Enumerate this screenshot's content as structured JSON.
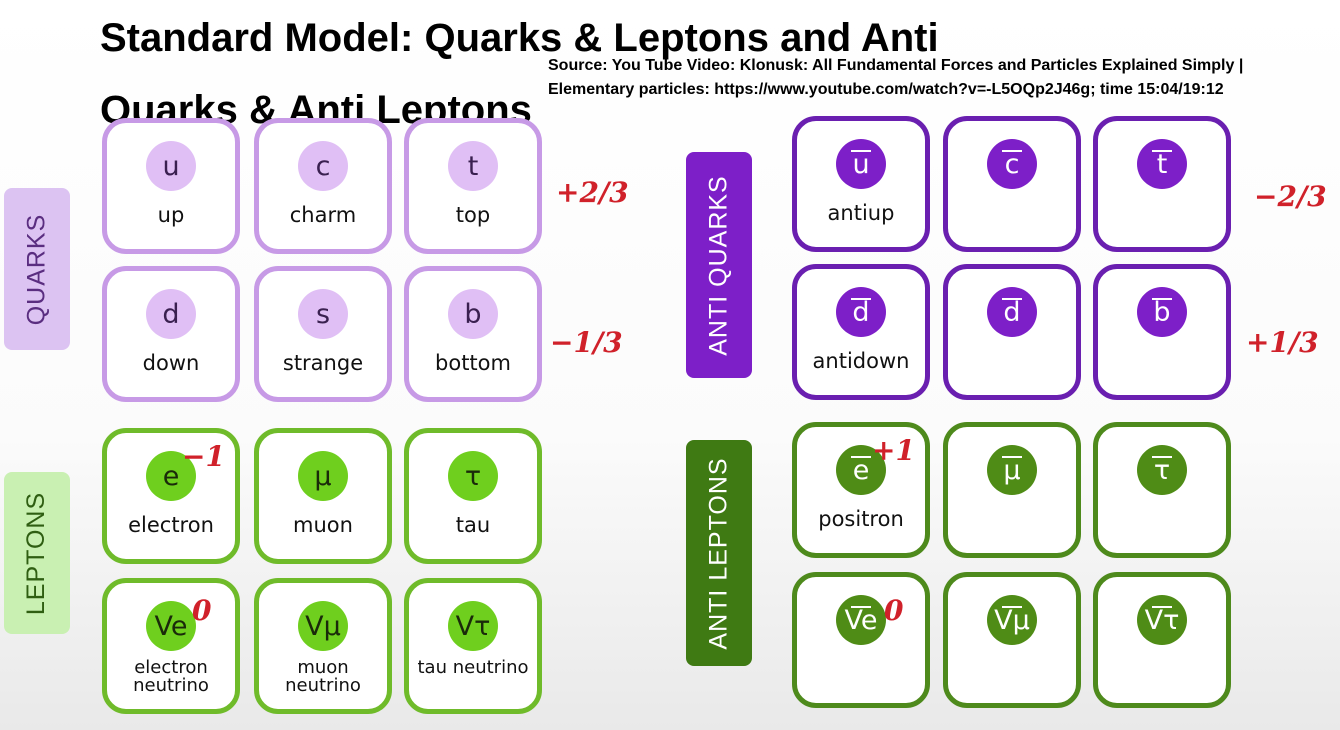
{
  "title": "Standard Model: Quarks & Leptons and Anti Quarks & Anti Leptons",
  "source": "Source: You Tube Video: Klonusk: All Fundamental Forces and Particles Explained Simply | Elementary particles: https://www.youtube.com/watch?v=-L5OQp2J46g; time 15:04/19:12",
  "colors": {
    "quark": "#c79ae6",
    "anti_quark": "#6a1fb0",
    "lepton": "#6fbb2a",
    "anti_lepton": "#4e8a1c",
    "charge": "#d0212a"
  },
  "labels": {
    "quarks": "QUARKS",
    "leptons": "LEPTONS",
    "anti_quarks": "ANTI QUARKS",
    "anti_leptons": "ANTI LEPTONS"
  },
  "quarks": [
    {
      "symbol": "u",
      "name": "up"
    },
    {
      "symbol": "c",
      "name": "charm"
    },
    {
      "symbol": "t",
      "name": "top"
    },
    {
      "symbol": "d",
      "name": "down"
    },
    {
      "symbol": "s",
      "name": "strange"
    },
    {
      "symbol": "b",
      "name": "bottom"
    }
  ],
  "leptons": [
    {
      "symbol": "e",
      "name": "electron"
    },
    {
      "symbol": "μ",
      "name": "muon"
    },
    {
      "symbol": "τ",
      "name": "tau"
    },
    {
      "symbol": "Ve",
      "name": "electron neutrino"
    },
    {
      "symbol": "Vμ",
      "name": "muon neutrino"
    },
    {
      "symbol": "Vτ",
      "name": "tau neutrino"
    }
  ],
  "anti_quarks": [
    {
      "symbol": "u",
      "name": "antiup"
    },
    {
      "symbol": "c",
      "name": ""
    },
    {
      "symbol": "t",
      "name": ""
    },
    {
      "symbol": "d",
      "name": "antidown"
    },
    {
      "symbol": "d",
      "name": ""
    },
    {
      "symbol": "b",
      "name": ""
    }
  ],
  "anti_leptons": [
    {
      "symbol": "e",
      "name": "positron"
    },
    {
      "symbol": "μ",
      "name": ""
    },
    {
      "symbol": "τ",
      "name": ""
    },
    {
      "symbol": "Ve",
      "name": ""
    },
    {
      "symbol": "Vμ",
      "name": ""
    },
    {
      "symbol": "Vτ",
      "name": ""
    }
  ],
  "charges": {
    "up_type": "+2/3",
    "down_type": "−1/3",
    "electron": "−1",
    "neutrino": "0",
    "anti_up_type": "−2/3",
    "anti_down_type": "+1/3",
    "positron": "+1",
    "anti_neutrino": "0"
  }
}
